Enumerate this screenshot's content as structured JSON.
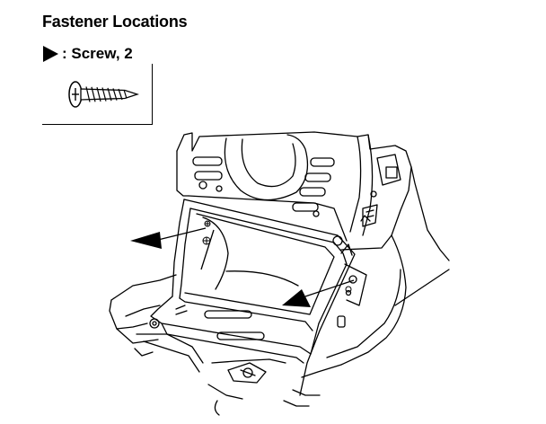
{
  "diagram": {
    "title": "Fastener Locations",
    "legend": {
      "symbol": "filled-triangle-arrow",
      "label": ": Screw, 2",
      "fastener_icon": "screw-icon"
    },
    "callouts": [
      {
        "points_to": "left screw",
        "symbol": "filled-triangle-arrow"
      },
      {
        "points_to": "right screw",
        "symbol": "filled-triangle-arrow"
      }
    ],
    "colors": {
      "ink": "#000000",
      "background": "#ffffff"
    }
  }
}
